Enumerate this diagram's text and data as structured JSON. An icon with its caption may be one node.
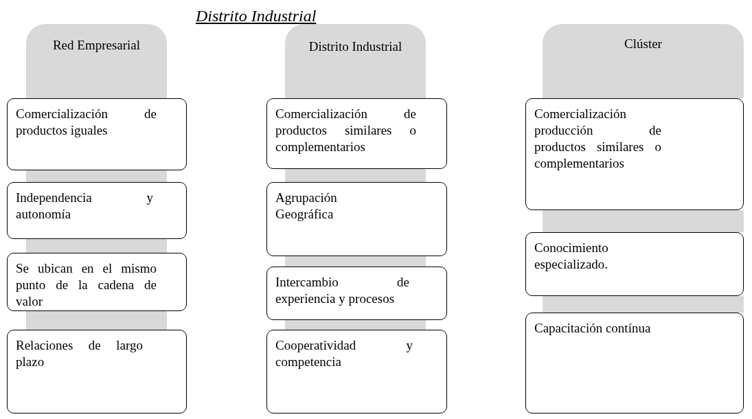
{
  "diagram": {
    "title": "Distrito Industrial",
    "nodes": [
      {
        "text": [
          "Red Empresarial"
        ]
      },
      {
        "text": [
          "Comercialización de productos iguales"
        ]
      },
      {
        "text": [
          "Independencia y autonomía"
        ]
      },
      {
        "text": [
          "Se ubican en el mismo punto de la cadena de valor"
        ]
      },
      {
        "text": [
          "Relaciones de largo plazo"
        ]
      },
      {
        "text": [
          "Distrito Industrial"
        ]
      },
      {
        "text": [
          "Comercialización de productos similares o complementarios"
        ]
      },
      {
        "text": [
          "Agrupación Geográfica"
        ]
      },
      {
        "text": [
          "Intercambio de experiencia y procesos"
        ]
      },
      {
        "text": [
          "Cooperatividad y competencia"
        ]
      },
      {
        "text": [
          "Clúster"
        ]
      },
      {
        "text": [
          "Comercialización producción de productos similares o complementarios"
        ]
      },
      {
        "text": [
          "Conocimiento especializado."
        ]
      },
      {
        "text": [
          "Capacitación contínua"
        ]
      }
    ],
    "edges": []
  }
}
